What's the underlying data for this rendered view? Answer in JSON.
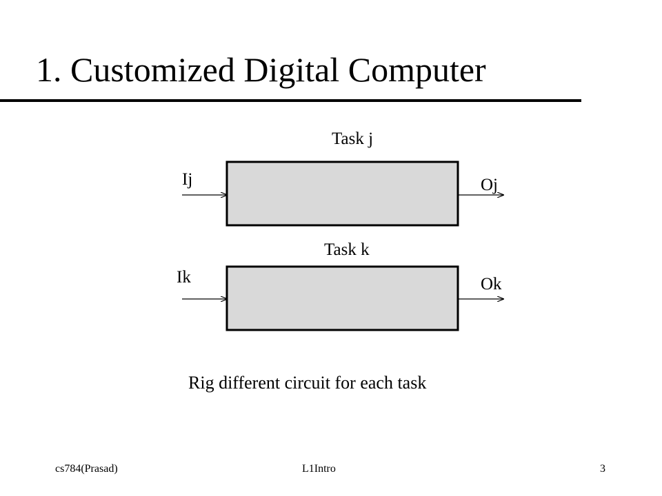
{
  "slide": {
    "title": "1. Customized Digital Computer",
    "caption": "Rig different circuit for each task"
  },
  "tasks": [
    {
      "name": "Task j",
      "input": "Ij",
      "output": "Oj"
    },
    {
      "name": "Task k",
      "input": "Ik",
      "output": "Ok"
    }
  ],
  "footer": {
    "left": "cs784(Prasad)",
    "center": "L1Intro",
    "page": "3"
  },
  "colors": {
    "box_fill": "#d9d9d9",
    "stroke": "#000000"
  }
}
